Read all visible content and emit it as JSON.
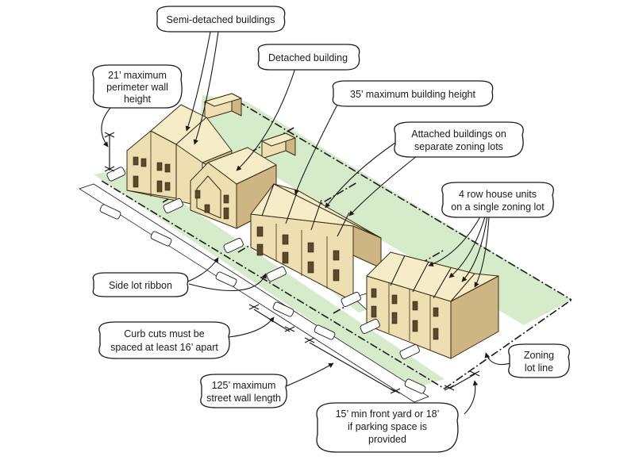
{
  "labels": {
    "semi_detached": "Semi-detached buildings",
    "detached": "Detached building",
    "perimeter_wall_1": "21’ maximum",
    "perimeter_wall_2": "perimeter wall",
    "perimeter_wall_3": "height",
    "max_building_height": "35’ maximum building height",
    "attached_1": "Attached buildings on",
    "attached_2": "separate zoning lots",
    "row_house_1": "4 row house units",
    "row_house_2": "on a single zoning lot",
    "side_lot_ribbon": "Side lot ribbon",
    "curb_cuts_1": "Curb cuts must be",
    "curb_cuts_2": "spaced at least 16’ apart",
    "zoning_lot_line_1": "Zoning",
    "zoning_lot_line_2": "lot line",
    "street_wall_1": "125’ maximum",
    "street_wall_2": "street wall length",
    "front_yard_1": "15’ min front yard or 18’",
    "front_yard_2": "if parking space is",
    "front_yard_3": "provided"
  },
  "colors": {
    "yard_green": "#d6ebc9",
    "wall_front": "#eedfb2",
    "wall_side": "#cdb683",
    "roof": "#f6ecc8"
  }
}
